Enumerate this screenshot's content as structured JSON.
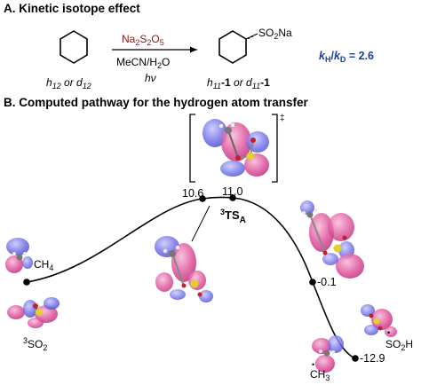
{
  "section_a": {
    "title": "A. Kinetic isotope effect",
    "reactant_label": "h",
    "reactant_label_sub": "12",
    "reactant_or": " or ",
    "reactant_label_alt": "d",
    "reactant_label_alt_sub": "12",
    "reagent_top": "Na",
    "reagent_top_sub1": "2",
    "reagent_top_mid": "S",
    "reagent_top_sub2": "2",
    "reagent_top_end": "O",
    "reagent_top_sub3": "5",
    "solvent": "MeCN/H",
    "solvent_sub": "2",
    "solvent_end": "O",
    "light": "hν",
    "product_group": "SO",
    "product_group_sub": "2",
    "product_group_end": "Na",
    "product_label_1": "h",
    "product_label_1_sub": "11",
    "product_num": "-1",
    "product_or": " or ",
    "product_label_2": "d",
    "product_label_2_sub": "11",
    "kie_k1": "k",
    "kie_h": "H",
    "kie_slash": "/",
    "kie_k2": "k",
    "kie_d": "D",
    "kie_value": " = 2.6",
    "colors": {
      "reagent": "#8b1a1a",
      "kie": "#1f3fa0"
    }
  },
  "section_b": {
    "title": "B. Computed pathway for the hydrogen atom transfer",
    "ts_bracket_mark": "‡",
    "ts_label_sup": "3",
    "ts_label": "TS",
    "ts_label_sub": "A",
    "energies": {
      "e1": "10.6",
      "e2": "11.0",
      "e3": "-0.1",
      "e4": "-12.9"
    },
    "species": {
      "methane": "CH",
      "methane_sub": "4",
      "so2_sup": "3",
      "so2": "SO",
      "so2_sub": "2",
      "methyl_dot": "•",
      "methyl": "CH",
      "methyl_sub": "3",
      "so2h_dot": "•",
      "so2h": "SO",
      "so2h_sub": "2",
      "so2h_end": "H"
    },
    "orbital_colors": {
      "positive": "#e0559e",
      "negative": "#6f6fe8"
    }
  }
}
